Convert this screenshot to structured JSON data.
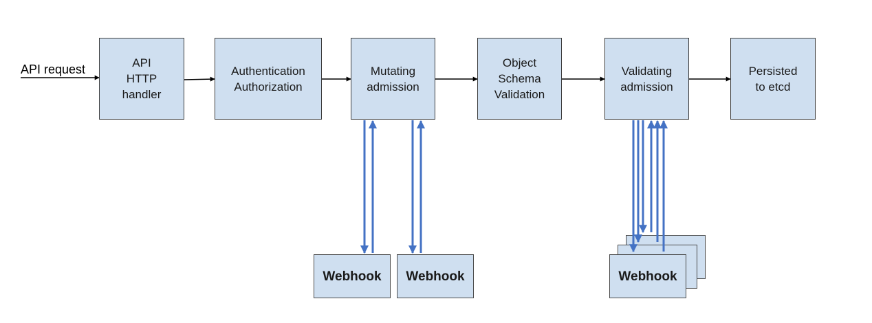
{
  "diagram": {
    "input_label": "API request",
    "stages": [
      {
        "id": "api",
        "label": "API\nHTTP\nhandler"
      },
      {
        "id": "authn",
        "label": "Authentication\nAuthorization"
      },
      {
        "id": "mutating",
        "label": "Mutating\nadmission"
      },
      {
        "id": "schema",
        "label": "Object\nSchema\nValidation"
      },
      {
        "id": "validating",
        "label": "Validating\nadmission"
      },
      {
        "id": "etcd",
        "label": "Persisted\nto etcd"
      }
    ],
    "webhooks": [
      {
        "label": "Webhook",
        "attached_to": "mutating"
      },
      {
        "label": "Webhook",
        "attached_to": "mutating"
      },
      {
        "label": "Webhook",
        "attached_to": "validating",
        "stacked": true
      }
    ],
    "colors": {
      "box_fill": "#cfdff0",
      "box_border": "#3d3d3d",
      "flow_arrow": "#000000",
      "webhook_arrow": "#4472c4"
    }
  }
}
